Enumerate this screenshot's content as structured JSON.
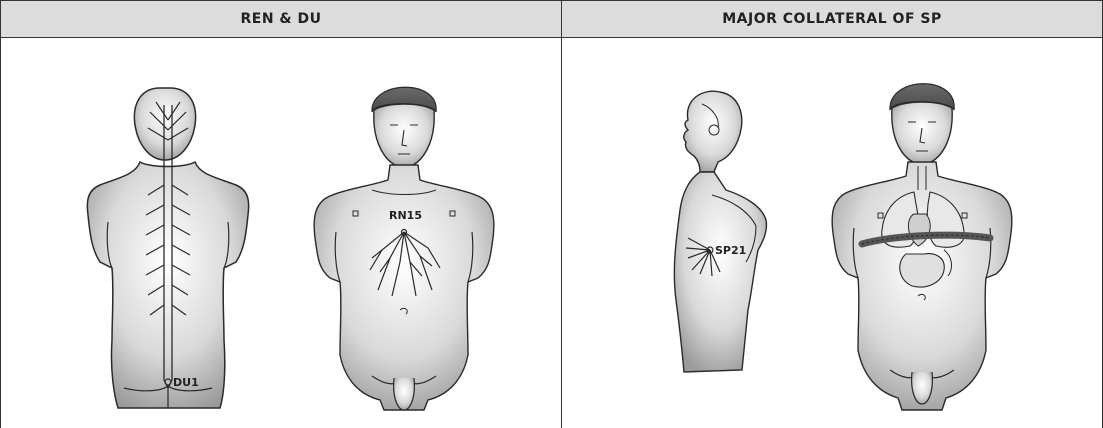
{
  "panels": {
    "left": {
      "title": "REN & DU",
      "labels": {
        "du1": "DU1",
        "rn15": "RN15"
      }
    },
    "right": {
      "title": "MAJOR  COLLATERAL  OF  SP",
      "labels": {
        "sp21": "SP21"
      }
    }
  },
  "colors": {
    "header_bg": "#dcdcdc",
    "figure_fill": "#d6d6d6",
    "stroke": "#2a2a2a"
  }
}
